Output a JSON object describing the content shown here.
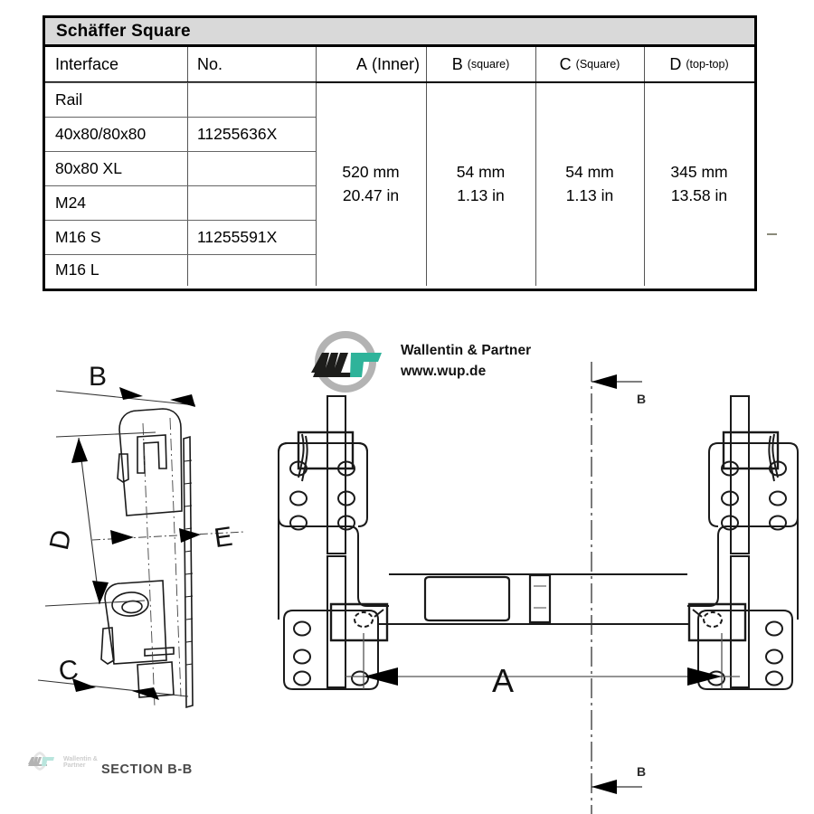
{
  "table": {
    "title": "Schäffer Square",
    "columns": [
      {
        "main": "Interface",
        "sub": ""
      },
      {
        "main": "No.",
        "sub": ""
      },
      {
        "main": "A",
        "sub": "(Inner)"
      },
      {
        "main": "B",
        "sub": "(square)"
      },
      {
        "main": "C",
        "sub": "(Square)"
      },
      {
        "main": "D",
        "sub": "(top-top)"
      }
    ],
    "rows": [
      {
        "interface": "Rail",
        "no": ""
      },
      {
        "interface": "40x80/80x80",
        "no": "11255636X"
      },
      {
        "interface": "80x80 XL",
        "no": ""
      },
      {
        "interface": "M24",
        "no": ""
      },
      {
        "interface": "M16 S",
        "no": "11255591X"
      },
      {
        "interface": "M16 L",
        "no": ""
      }
    ],
    "measurements": [
      {
        "key": "A",
        "mm": "520 mm",
        "in": "20.47 in"
      },
      {
        "key": "B",
        "mm": "54 mm",
        "in": "1.13 in"
      },
      {
        "key": "C",
        "mm": "54 mm",
        "in": "1.13 in"
      },
      {
        "key": "D",
        "mm": "345 mm",
        "in": "13.58 in"
      }
    ]
  },
  "logo": {
    "company": "Wallentin & Partner",
    "website": "www.wup.de",
    "watermark_company": "Wallentin & Partner",
    "colors": {
      "ring": "#b3b3b3",
      "dark": "#1d1d1b",
      "accent": "#2fb39a"
    }
  },
  "drawing": {
    "section_caption": "SECTION B-B",
    "section_view_labels": {
      "b": "B",
      "d": "D",
      "e": "E",
      "c": "C"
    },
    "main_view_labels": {
      "a": "A",
      "section_top": "B",
      "section_bottom": "B"
    }
  }
}
